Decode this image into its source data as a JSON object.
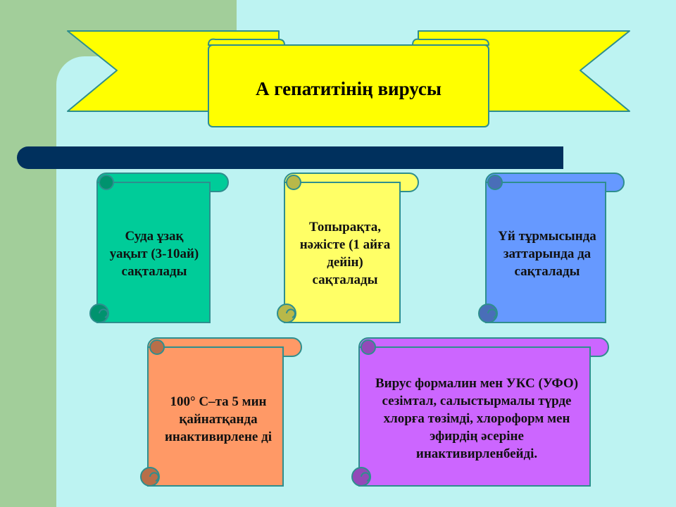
{
  "banner": {
    "title": "А гепатитінің вирусы",
    "color": "#ffff00"
  },
  "scrolls": [
    {
      "text": "Суда ұзақ уақыт (3-10ай) сақталады",
      "color": "#00cc99"
    },
    {
      "text": "Топырақта, нәжісте (1 айға дейін) сақталады",
      "color": "#ffff66"
    },
    {
      "text": "Үй тұрмысында заттарында да сақталады",
      "color": "#6699ff"
    },
    {
      "text": "100° С–та 5 мин қайнатқанда инактивирлене ді",
      "color": "#ff9966"
    },
    {
      "text": "Вирус формалин мен УКС (УФО) сезімтал, салыстырмалы түрде хлорға төзімді, хлороформ мен эфирдің әсеріне инактивирленбейді.",
      "color": "#cc66ff"
    }
  ]
}
